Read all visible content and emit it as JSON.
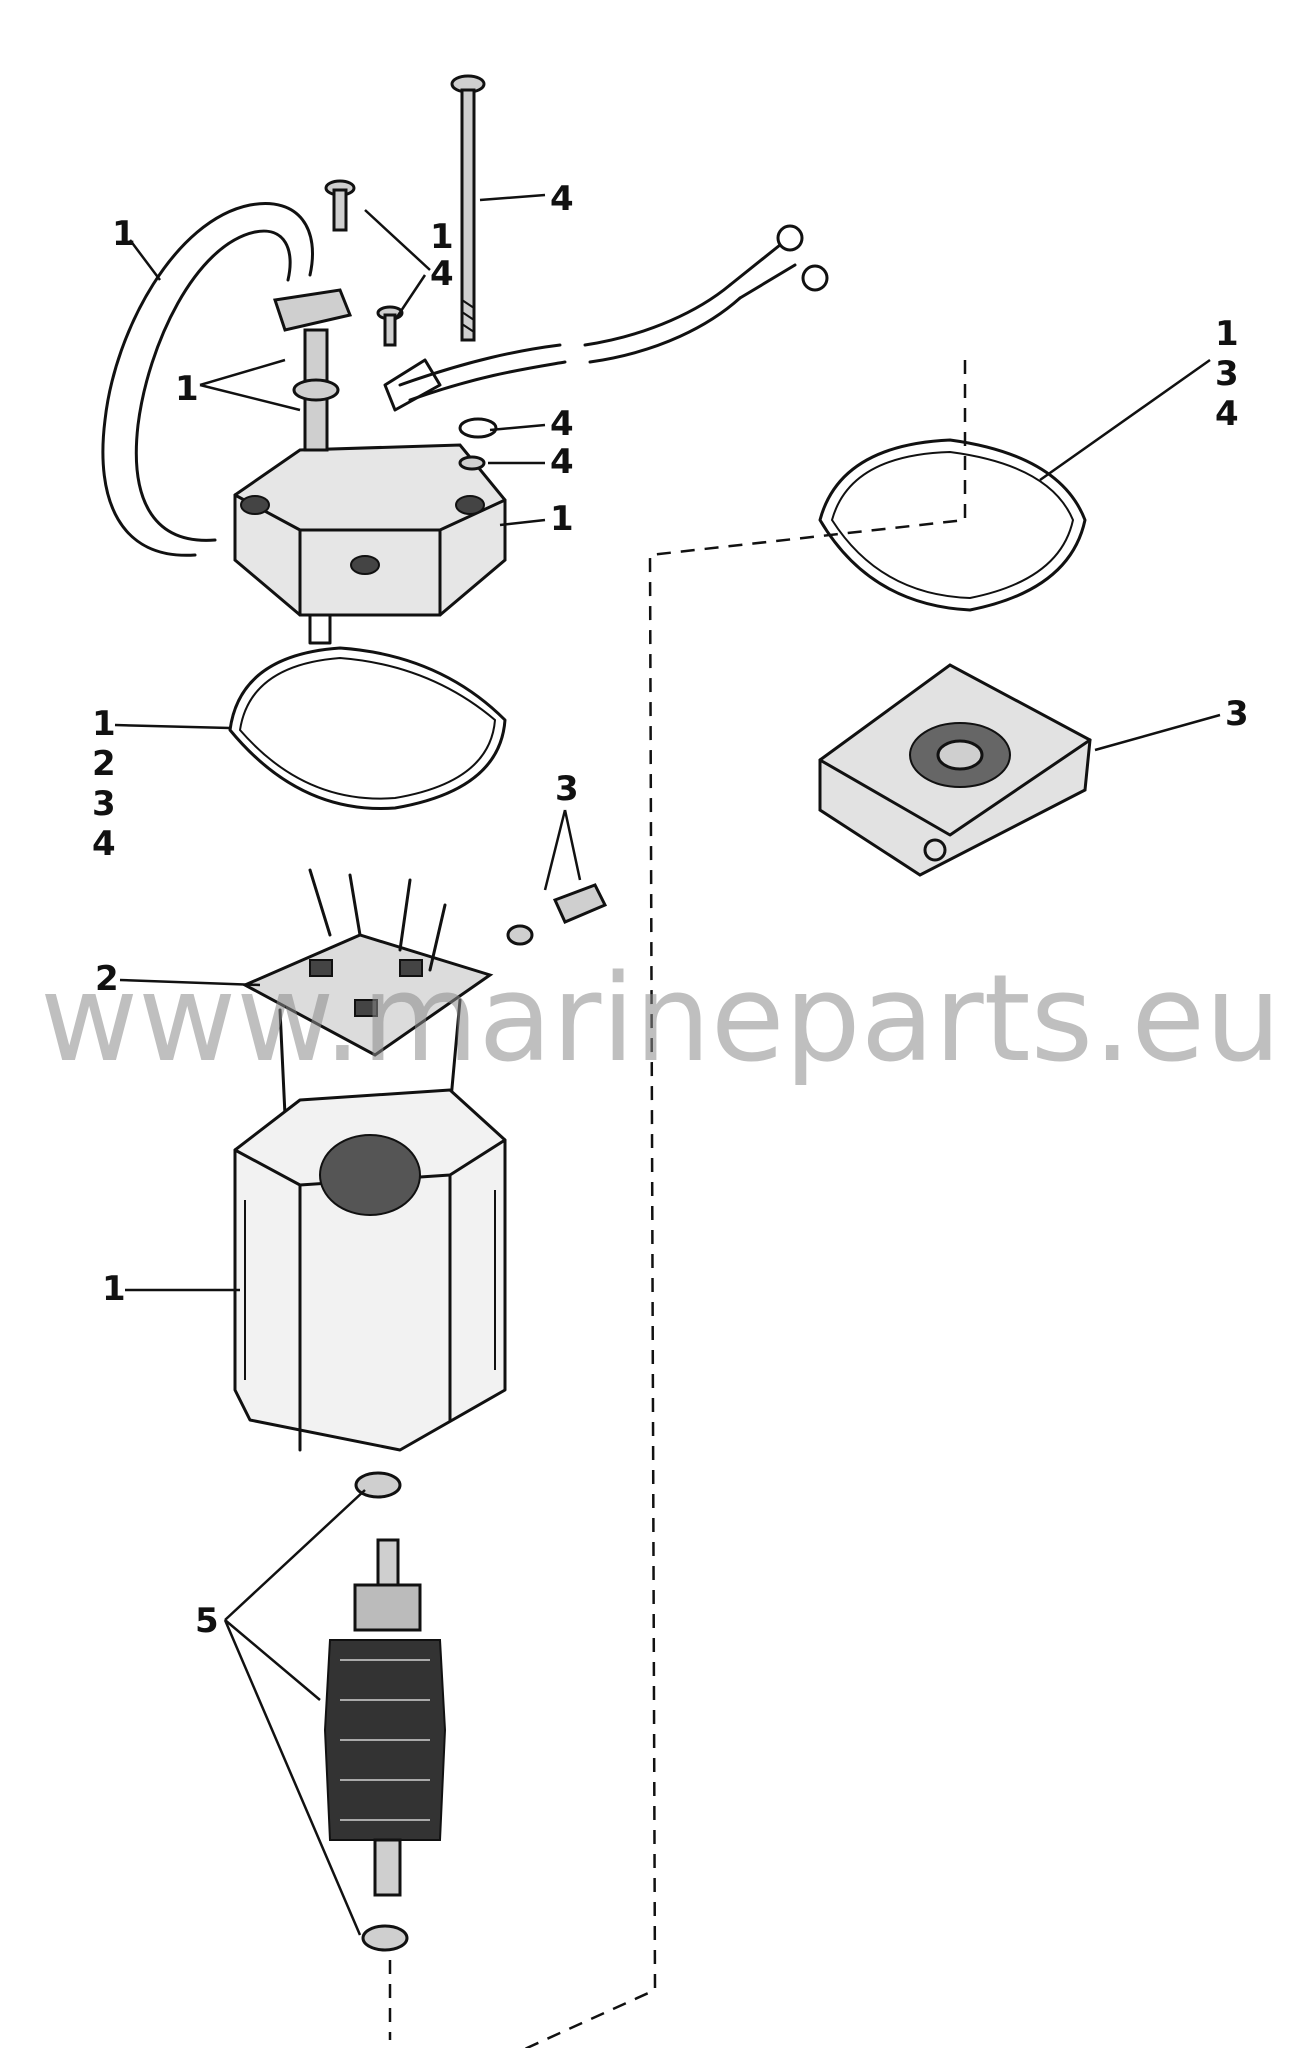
{
  "watermark": "www.marineparts.eu",
  "callouts": {
    "hose": "1",
    "screw_top": [
      "1",
      "4"
    ],
    "long_bolt": "4",
    "clamp": "1",
    "washer_a": "4",
    "washer_b": "4",
    "end_cap": "1",
    "gasket_top_right": [
      "1",
      "3",
      "4"
    ],
    "end_plate_right": "3",
    "gasket_mid": [
      "1",
      "2",
      "3",
      "4"
    ],
    "brush_springs": "3",
    "brush_holder": "2",
    "motor_frame": "1",
    "armature": "5"
  }
}
